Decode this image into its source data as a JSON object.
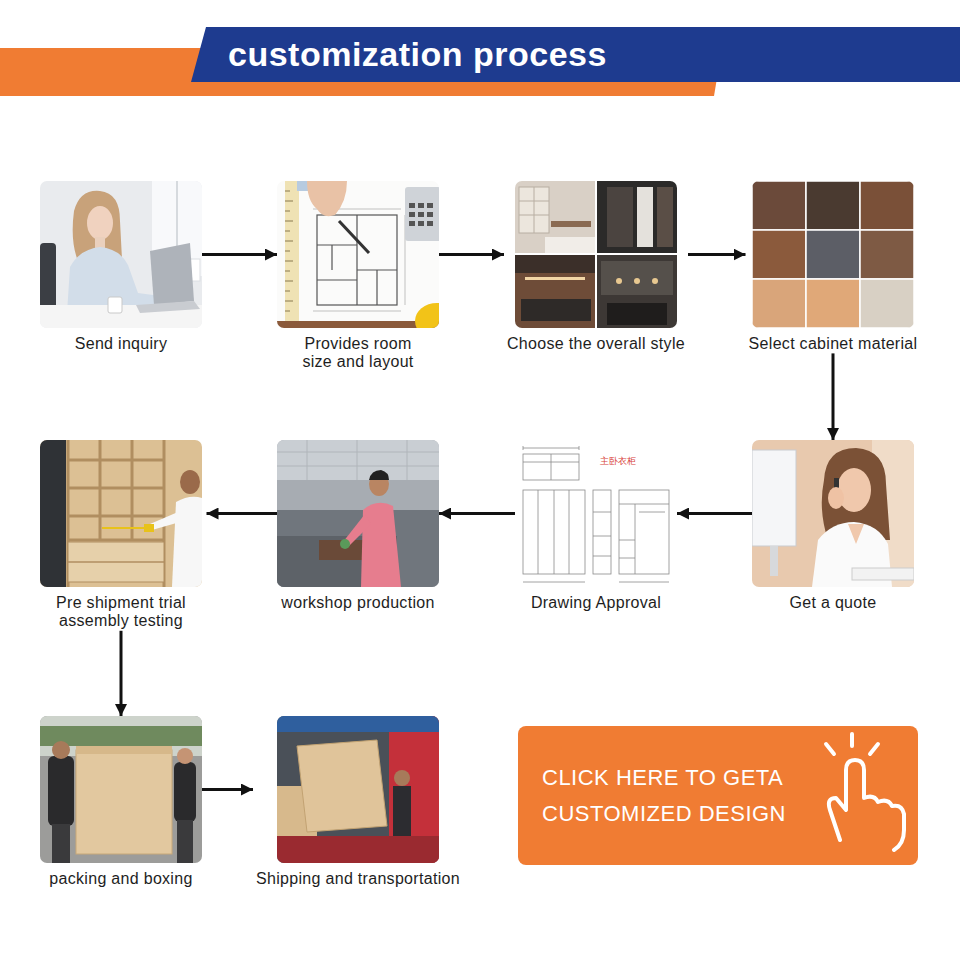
{
  "diagram": {
    "title": "customization process",
    "nodes": [
      {
        "text": [
          "Send inquiry"
        ]
      },
      {
        "text": [
          "Provides room size and layout"
        ]
      },
      {
        "text": [
          "Choose the overall style"
        ]
      },
      {
        "text": [
          "Select cabinet material"
        ]
      },
      {
        "text": [
          "Get a quote"
        ]
      },
      {
        "text": [
          "Drawing Approval"
        ]
      },
      {
        "text": [
          "workshop production"
        ]
      },
      {
        "text": [
          "Pre shipment trial assembly testing"
        ]
      },
      {
        "text": [
          "packing and boxing"
        ]
      },
      {
        "text": [
          "Shipping and transportation"
        ]
      },
      {
        "text": [
          "CLICK HERE TO GETA CUSTOMIZED DESIGN"
        ]
      }
    ],
    "edges": [
      {
        "from": 0,
        "to": 1,
        "arrow": "to"
      },
      {
        "from": 1,
        "to": 2,
        "arrow": "to"
      },
      {
        "from": 2,
        "to": 3,
        "arrow": "to"
      },
      {
        "from": 3,
        "to": 4,
        "arrow": "to"
      },
      {
        "from": 4,
        "to": 5,
        "arrow": "to"
      },
      {
        "from": 5,
        "to": 6,
        "arrow": "to"
      },
      {
        "from": 6,
        "to": 7,
        "arrow": "to"
      },
      {
        "from": 7,
        "to": 8,
        "arrow": "to"
      },
      {
        "from": 8,
        "to": 9,
        "arrow": "to"
      }
    ],
    "labels": [
      "主卧衣柜"
    ]
  }
}
